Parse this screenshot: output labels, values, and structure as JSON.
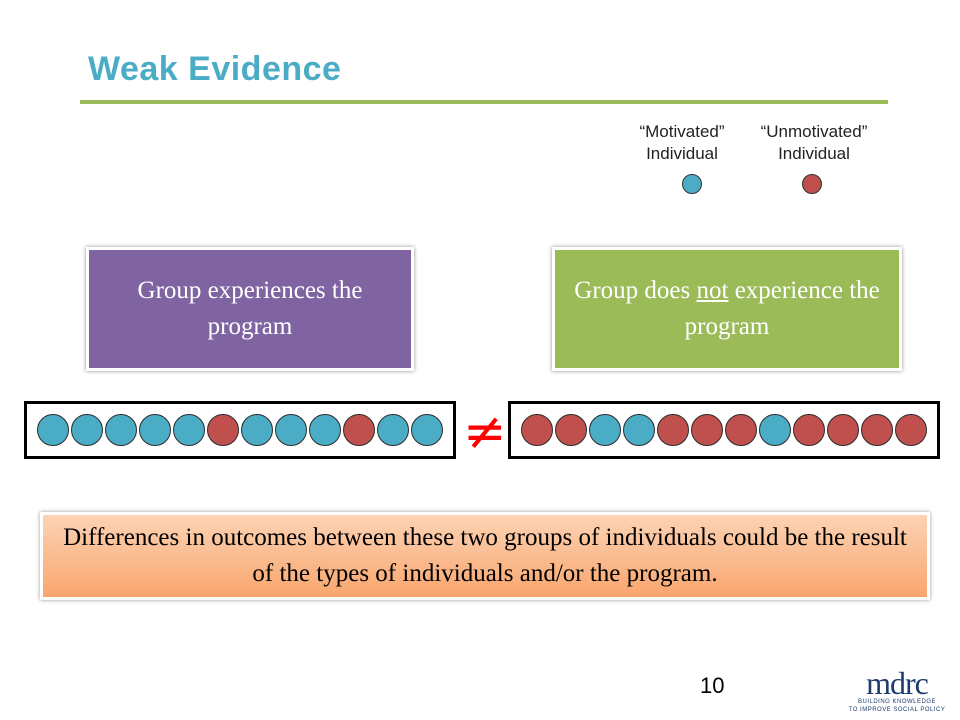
{
  "title": "Weak Evidence",
  "legend": {
    "motivated": {
      "line1": "“Motivated”",
      "line2": "Individual",
      "color": "#4bacc6"
    },
    "unmotivated": {
      "line1": "“Unmotivated”",
      "line2": "Individual",
      "color": "#c0504d"
    }
  },
  "left_box": {
    "text": "Group experiences the program",
    "color": "#8064a2"
  },
  "right_box": {
    "text_before": "Group does ",
    "text_underlined": "not",
    "text_after": " experience the program",
    "color": "#9bbb59"
  },
  "not_equal_symbol": "≠",
  "left_group": [
    "motivated",
    "motivated",
    "motivated",
    "motivated",
    "motivated",
    "unmotivated",
    "motivated",
    "motivated",
    "motivated",
    "unmotivated",
    "motivated",
    "motivated"
  ],
  "right_group": [
    "unmotivated",
    "unmotivated",
    "motivated",
    "motivated",
    "unmotivated",
    "unmotivated",
    "unmotivated",
    "motivated",
    "unmotivated",
    "unmotivated",
    "unmotivated",
    "unmotivated"
  ],
  "note": "Differences in outcomes between these two groups of individuals could be the result of the types of individuals and/or the program.",
  "page_number": "10",
  "logo": {
    "word": "mdrc",
    "tagline1": "BUILDING KNOWLEDGE",
    "tagline2": "TO IMPROVE SOCIAL POLICY"
  }
}
